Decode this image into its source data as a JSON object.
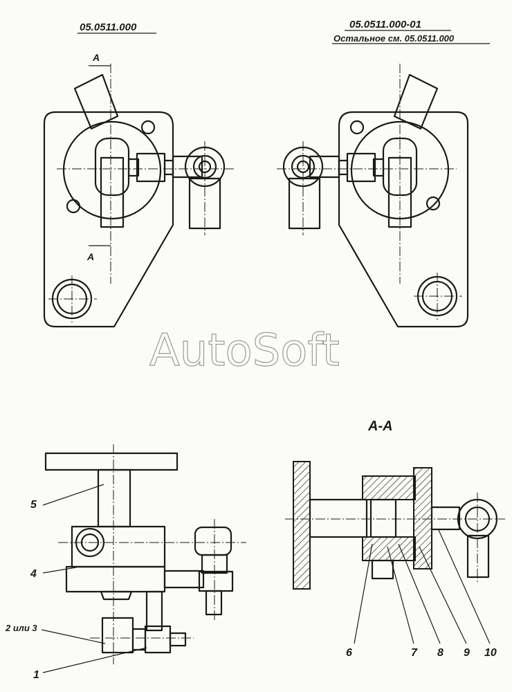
{
  "titles": {
    "left_code": "05.0511.000",
    "right_code": "05.0511.000-01",
    "right_note": "Остальное см. 05.0511.000"
  },
  "section_marks": {
    "top_mark": "А",
    "bottom_mark": "А",
    "section_title": "А-А"
  },
  "watermark": "AutoSoft",
  "callouts": {
    "c5": "5",
    "c4": "4",
    "c2or3": "2 или 3",
    "c1": "1",
    "c6": "6",
    "c7": "7",
    "c8": "8",
    "c9": "9",
    "c10": "10"
  }
}
